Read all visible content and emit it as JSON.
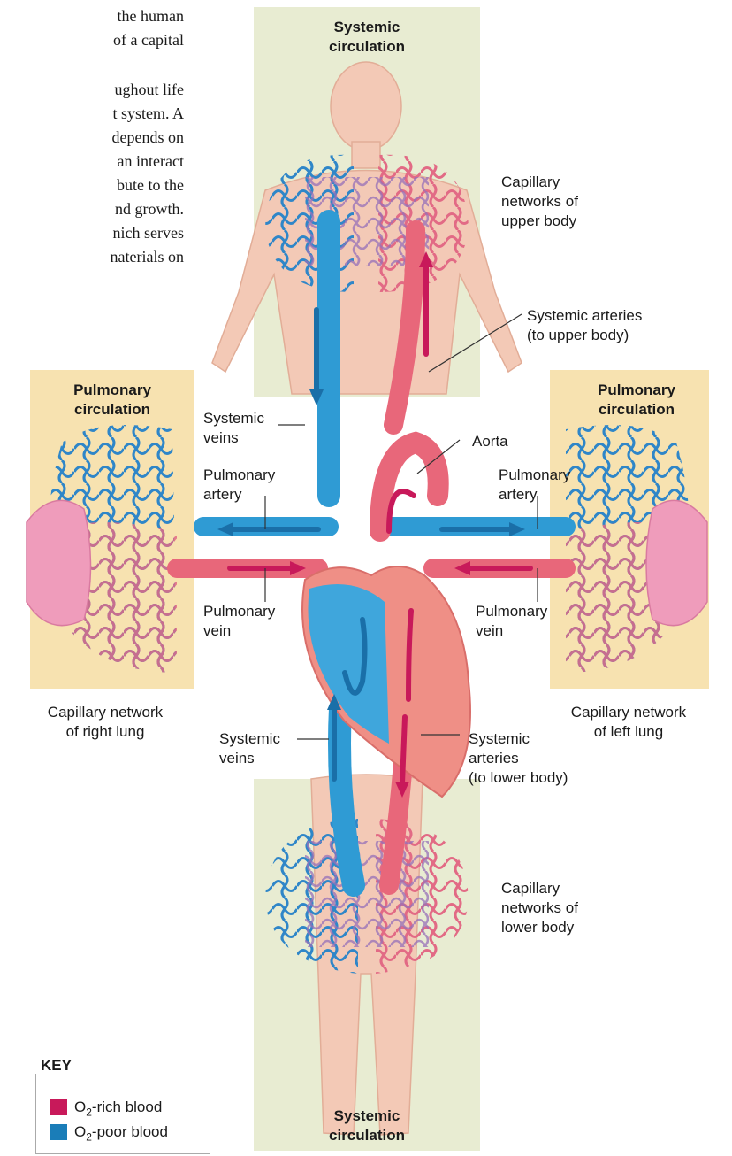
{
  "body_text": [
    "the human",
    "of a capital",
    "ughout life",
    "t system. A",
    "depends on",
    "an interact",
    "bute to the",
    "nd growth.",
    "nich serves",
    "naterials on"
  ],
  "regions": {
    "systemic_top": [
      "Systemic",
      "circulation"
    ],
    "pulmonary_left": [
      "Pulmonary",
      "circulation"
    ],
    "pulmonary_right": [
      "Pulmonary",
      "circulation"
    ],
    "systemic_bottom": [
      "Systemic",
      "circulation"
    ]
  },
  "labels": {
    "cap_upper": [
      "Capillary",
      "networks of",
      "upper body"
    ],
    "sys_art_upper": [
      "Systemic arteries",
      "(to upper body)"
    ],
    "sys_veins_upper": [
      "Systemic",
      "veins"
    ],
    "aorta": "Aorta",
    "pulm_artery_left": [
      "Pulmonary",
      "artery"
    ],
    "pulm_artery_right": [
      "Pulmonary",
      "artery"
    ],
    "pulm_vein_left": [
      "Pulmonary",
      "vein"
    ],
    "pulm_vein_right": [
      "Pulmonary",
      "vein"
    ],
    "cap_right_lung": [
      "Capillary network",
      "of right lung"
    ],
    "cap_left_lung": [
      "Capillary network",
      "of left lung"
    ],
    "sys_veins_lower": [
      "Systemic",
      "veins"
    ],
    "sys_art_lower": [
      "Systemic",
      "arteries",
      "(to lower body)"
    ],
    "cap_lower": [
      "Capillary",
      "networks of",
      "lower body"
    ]
  },
  "key": {
    "title": "KEY",
    "rich": {
      "prefix": "O",
      "sub": "2",
      "suffix": "-rich blood",
      "color": "#c8195a"
    },
    "poor": {
      "prefix": "O",
      "sub": "2",
      "suffix": "-poor blood",
      "color": "#1a7db8"
    }
  },
  "colors": {
    "systemic_panel": "#e8ecd2",
    "pulmonary_panel": "#f7e2b0",
    "vein": "#2f9bd4",
    "artery": "#e8677a",
    "skin": "#f3c9b6"
  }
}
